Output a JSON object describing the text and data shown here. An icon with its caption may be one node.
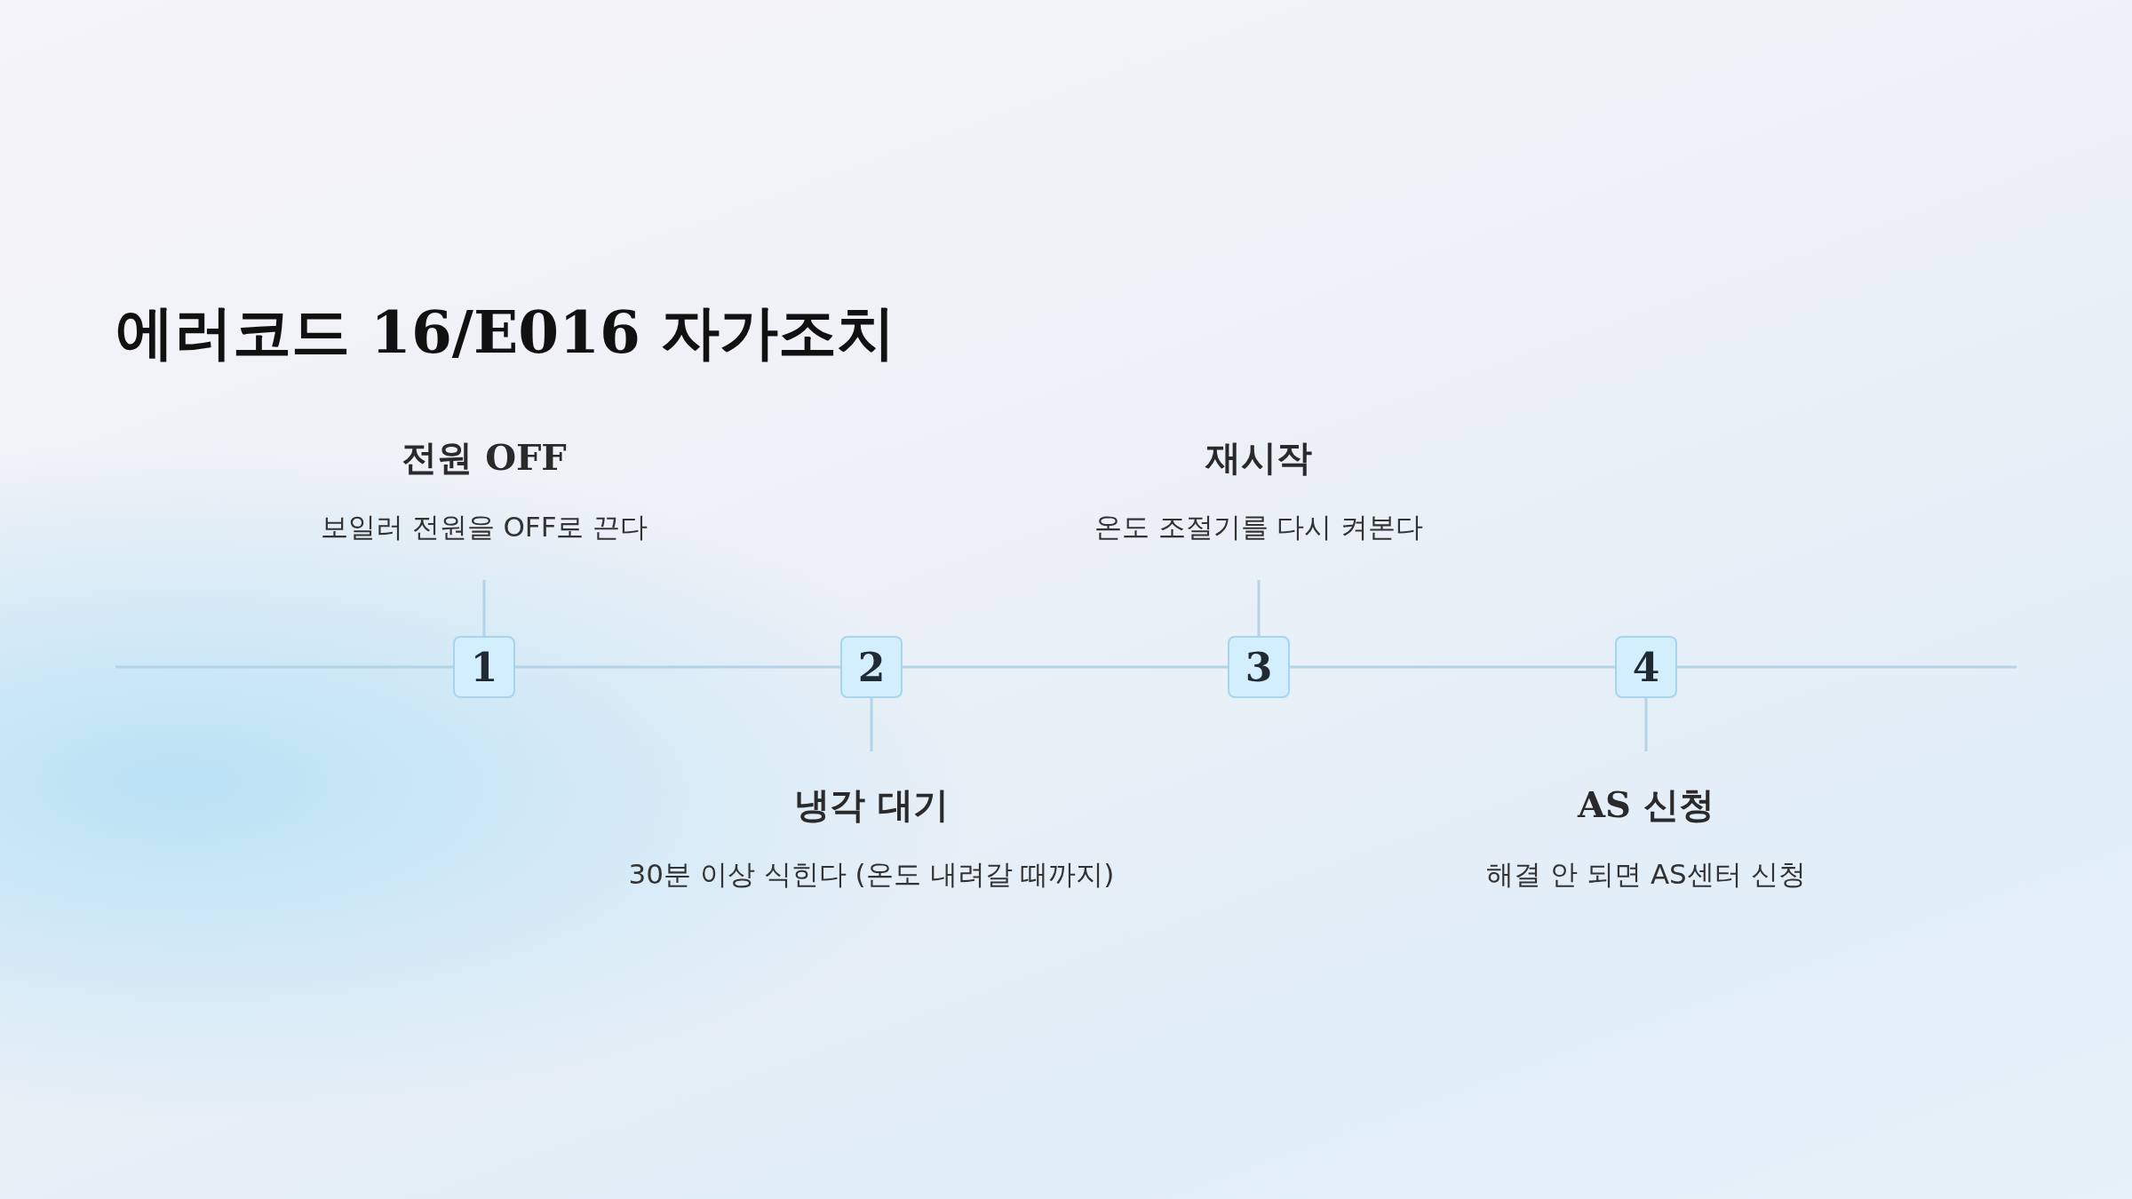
{
  "diagram": {
    "title": "에러코드 16/E016 자가조치",
    "nodes": [
      {
        "text": [
          "전원 OFF",
          "보일러 전원을 OFF로 끈다"
        ]
      },
      {
        "text": [
          "재시작",
          "온도 조절기를 다시 켜본다"
        ]
      },
      {
        "text": [
          "1"
        ]
      },
      {
        "text": [
          "2"
        ]
      },
      {
        "text": [
          "3"
        ]
      },
      {
        "text": [
          "4"
        ]
      },
      {
        "text": [
          "냉각 대기",
          "30분 이상 식힌다 (온도 내려갈 때까지)"
        ]
      },
      {
        "text": [
          "AS 신청",
          "해결 안 되면 AS센터 신청"
        ]
      }
    ],
    "edges": [
      {
        "from": 0,
        "to": 2,
        "arrow": "none"
      },
      {
        "from": 1,
        "to": 4,
        "arrow": "none"
      },
      {
        "from": 3,
        "to": 6,
        "arrow": "none"
      },
      {
        "from": 5,
        "to": 7,
        "arrow": "none"
      },
      {
        "from": null,
        "to": 2,
        "arrow": "none"
      },
      {
        "from": 2,
        "to": 3,
        "arrow": "none"
      },
      {
        "from": 3,
        "to": 4,
        "arrow": "none"
      },
      {
        "from": 4,
        "to": 5,
        "arrow": "none"
      },
      {
        "from": 5,
        "to": null,
        "arrow": "none"
      }
    ]
  }
}
